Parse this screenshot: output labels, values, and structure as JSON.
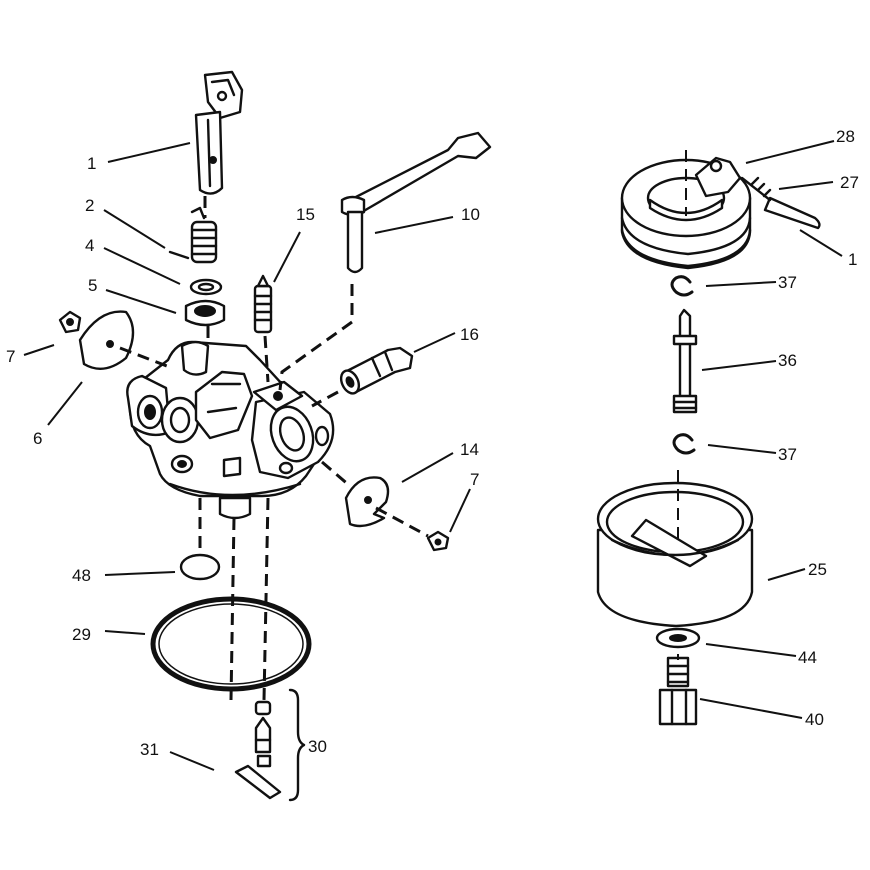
{
  "callouts": {
    "c1_left": "1",
    "c2": "2",
    "c4": "4",
    "c5": "5",
    "c7_left": "7",
    "c6": "6",
    "c15": "15",
    "c10": "10",
    "c16": "16",
    "c14": "14",
    "c7_right": "7",
    "c48": "48",
    "c29": "29",
    "c30": "30",
    "c31": "31",
    "c28": "28",
    "c27": "27",
    "c1_right": "1",
    "c37_top": "37",
    "c36": "36",
    "c37_bottom": "37",
    "c25": "25",
    "c44": "44",
    "c40": "40"
  }
}
